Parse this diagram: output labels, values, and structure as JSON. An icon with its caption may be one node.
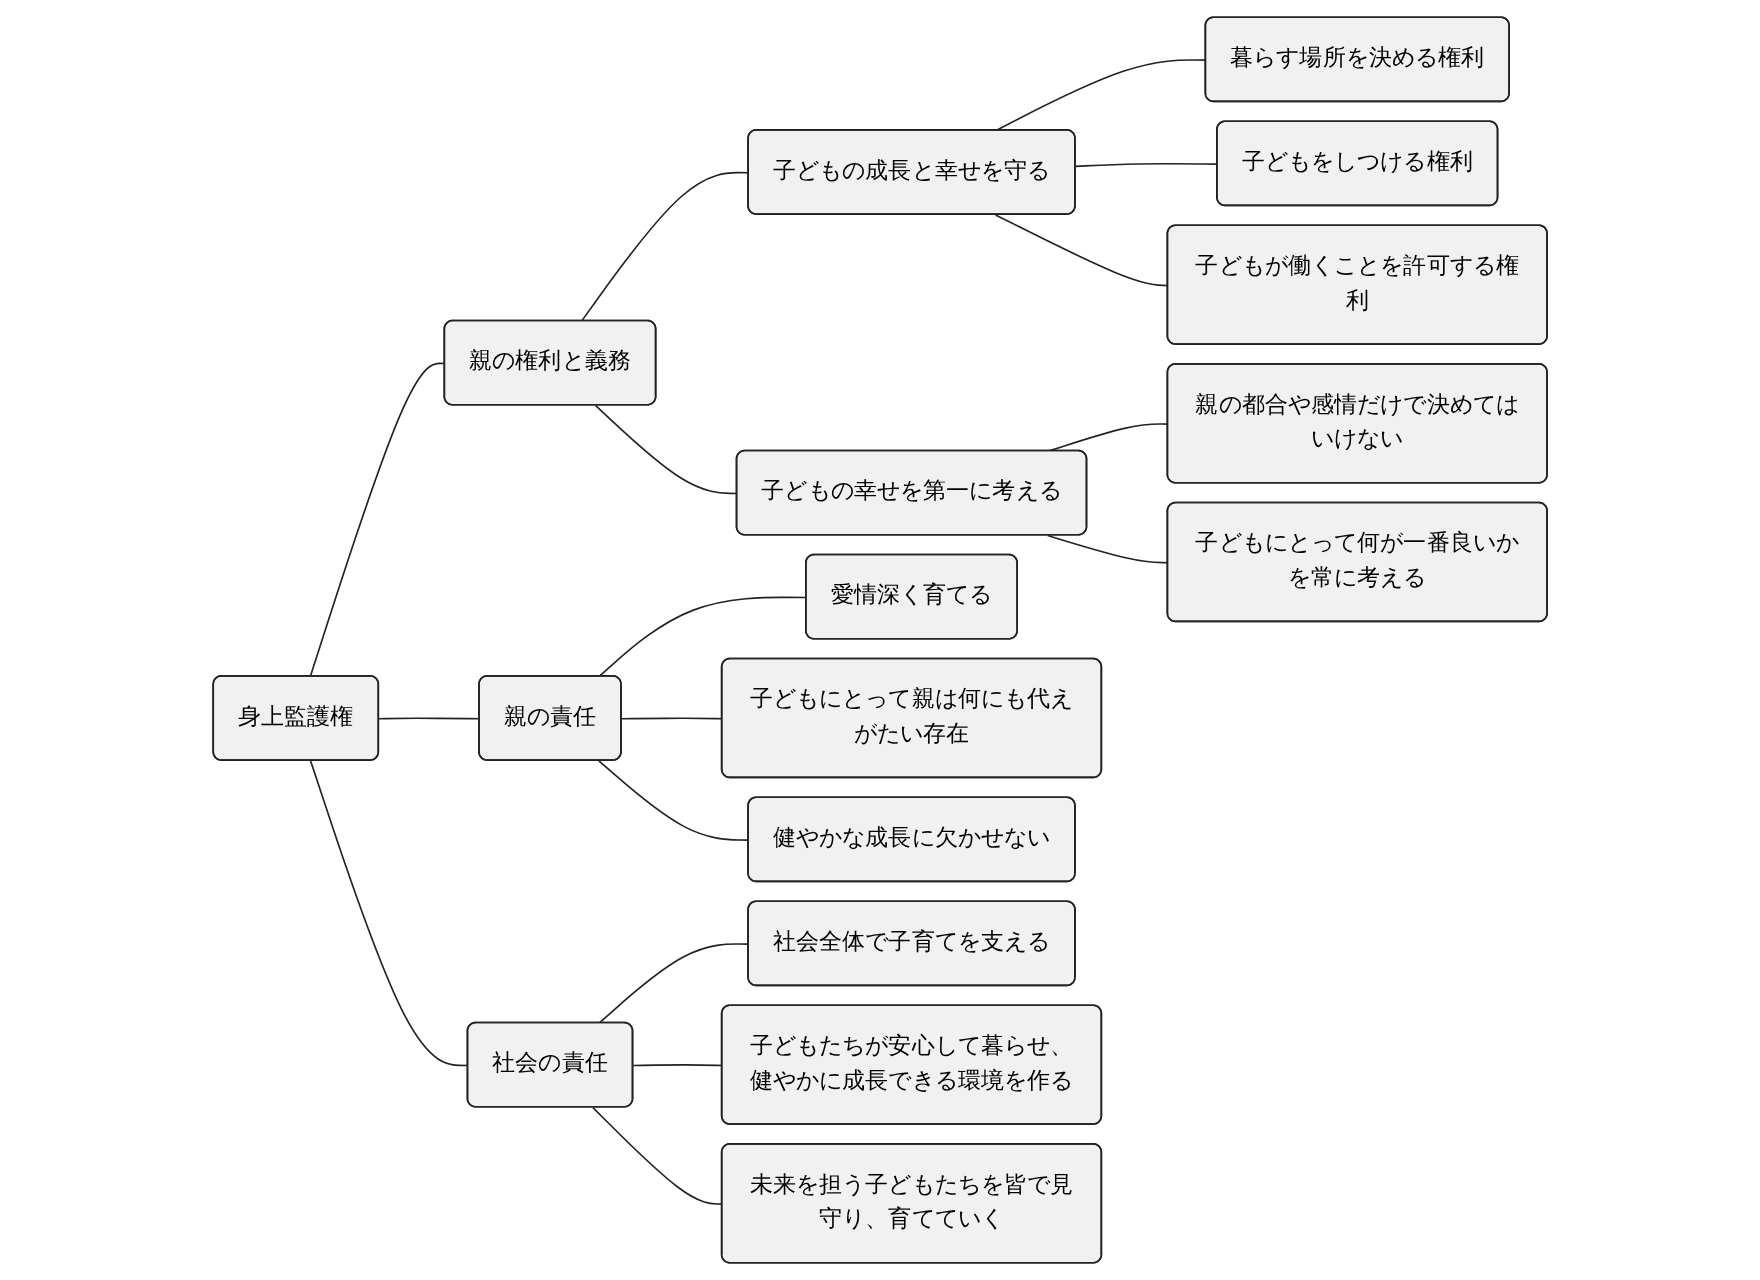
{
  "diagram": {
    "nodes": [
      {
        "text": [
          "身上監護権"
        ]
      },
      {
        "text": [
          "親の権利と義務"
        ]
      },
      {
        "text": [
          "子どもの成長と幸せを守る"
        ]
      },
      {
        "text": [
          "暮らす場所を決める権利"
        ]
      },
      {
        "text": [
          "子どもをしつける権利"
        ]
      },
      {
        "text": [
          "子どもが働くことを許可する権利"
        ]
      },
      {
        "text": [
          "子どもの幸せを第一に考える"
        ]
      },
      {
        "text": [
          "親の都合や感情だけで決めてはいけない"
        ]
      },
      {
        "text": [
          "子どもにとって何が一番良いかを常に考える"
        ]
      },
      {
        "text": [
          "親の責任"
        ]
      },
      {
        "text": [
          "愛情深く育てる"
        ]
      },
      {
        "text": [
          "子どもにとって親は何にも代えがたい存在"
        ]
      },
      {
        "text": [
          "健やかな成長に欠かせない"
        ]
      },
      {
        "text": [
          "社会の責任"
        ]
      },
      {
        "text": [
          "社会全体で子育てを支える"
        ]
      },
      {
        "text": [
          "子どもたちが安心して暮らせ、健やかに成長できる環境を作る"
        ]
      },
      {
        "text": [
          "未来を担う子どもたちを皆で見守り、育てていく"
        ]
      }
    ],
    "edges": [
      {
        "from": 0,
        "to": 1,
        "arrow": "none"
      },
      {
        "from": 1,
        "to": 2,
        "arrow": "none"
      },
      {
        "from": 2,
        "to": 3,
        "arrow": "none"
      },
      {
        "from": 2,
        "to": 4,
        "arrow": "none"
      },
      {
        "from": 2,
        "to": 5,
        "arrow": "none"
      },
      {
        "from": 1,
        "to": 6,
        "arrow": "none"
      },
      {
        "from": 6,
        "to": 7,
        "arrow": "none"
      },
      {
        "from": 6,
        "to": 8,
        "arrow": "none"
      },
      {
        "from": 0,
        "to": 9,
        "arrow": "none"
      },
      {
        "from": 9,
        "to": 10,
        "arrow": "none"
      },
      {
        "from": 9,
        "to": 11,
        "arrow": "none"
      },
      {
        "from": 9,
        "to": 12,
        "arrow": "none"
      },
      {
        "from": 0,
        "to": 13,
        "arrow": "none"
      },
      {
        "from": 13,
        "to": 14,
        "arrow": "none"
      },
      {
        "from": 13,
        "to": 15,
        "arrow": "none"
      },
      {
        "from": 13,
        "to": 16,
        "arrow": "none"
      }
    ]
  }
}
